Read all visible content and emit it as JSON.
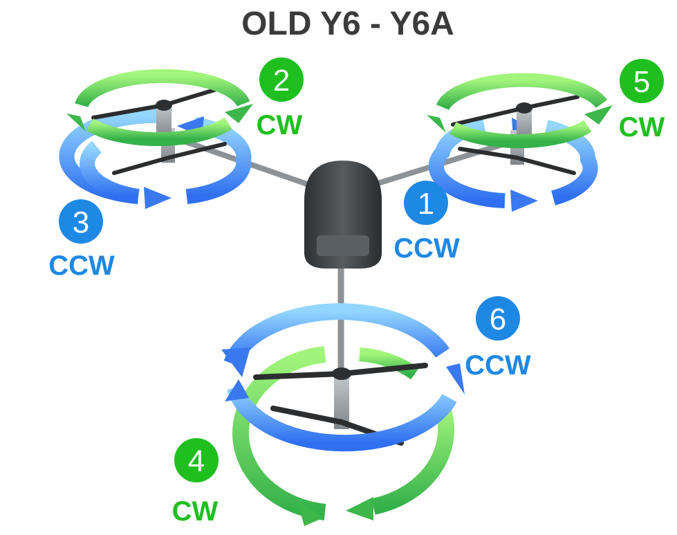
{
  "title": "OLD Y6 - Y6A",
  "colors": {
    "cw": "#1fbf1f",
    "ccw": "#1e88e5",
    "cw_arrow_light": "#8df06a",
    "cw_arrow_dark": "#3db64a",
    "ccw_arrow_light": "#8ed0ff",
    "ccw_arrow_dark": "#3a78f0",
    "body": "#3f4244",
    "arm": "#9ea4a8"
  },
  "motors": [
    {
      "number": "1",
      "direction": "CCW",
      "arm": "right"
    },
    {
      "number": "2",
      "direction": "CW",
      "arm": "left-top"
    },
    {
      "number": "3",
      "direction": "CCW",
      "arm": "left-bottom"
    },
    {
      "number": "4",
      "direction": "CW",
      "arm": "rear-bottom"
    },
    {
      "number": "5",
      "direction": "CW",
      "arm": "right-top"
    },
    {
      "number": "6",
      "direction": "CCW",
      "arm": "rear-top"
    }
  ]
}
